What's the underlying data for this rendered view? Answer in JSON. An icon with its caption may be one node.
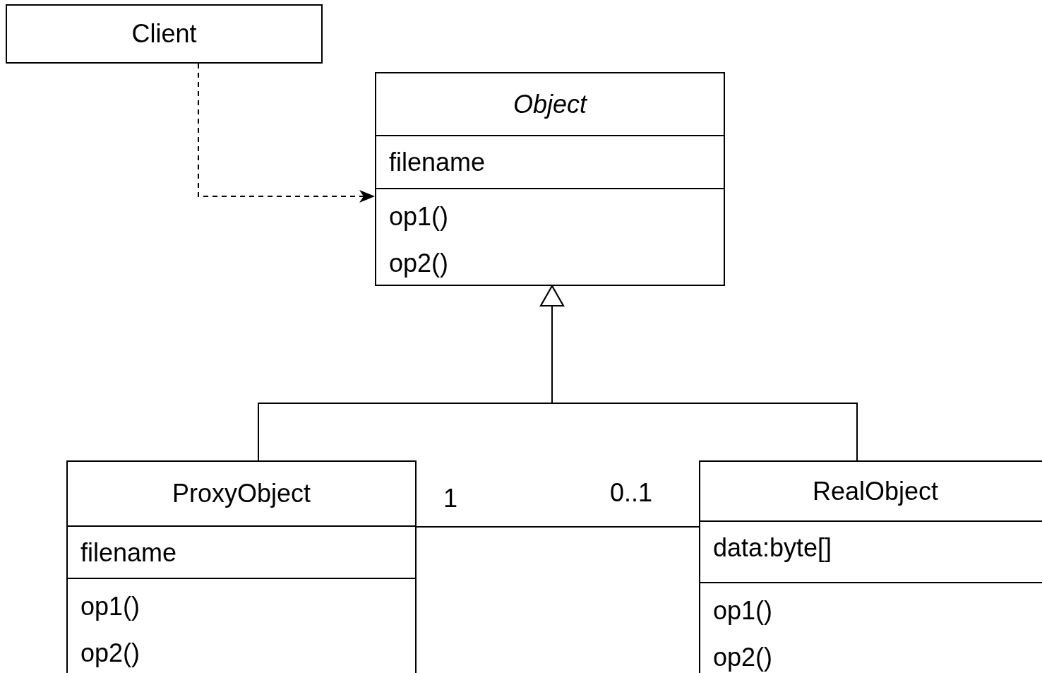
{
  "diagram": {
    "nodes": [
      {
        "text": [
          "Client"
        ]
      },
      {
        "text": [
          "Object",
          "filename",
          "op1()",
          "op2()"
        ]
      },
      {
        "text": [
          "ProxyObject",
          "filename",
          "op1()",
          "op2()"
        ]
      },
      {
        "text": [
          "RealObject",
          "data:byte[]",
          "op1()",
          "op2()"
        ]
      }
    ],
    "edges": [
      {
        "from": 0,
        "to": 1,
        "arrow": "to",
        "style": "dashed"
      },
      {
        "from": 2,
        "to": 1,
        "arrow": "to"
      },
      {
        "from": 3,
        "to": 1,
        "arrow": "to"
      },
      {
        "from": 2,
        "to": 3,
        "arrow": "none"
      }
    ],
    "labels": [
      "1",
      "0..1"
    ]
  }
}
